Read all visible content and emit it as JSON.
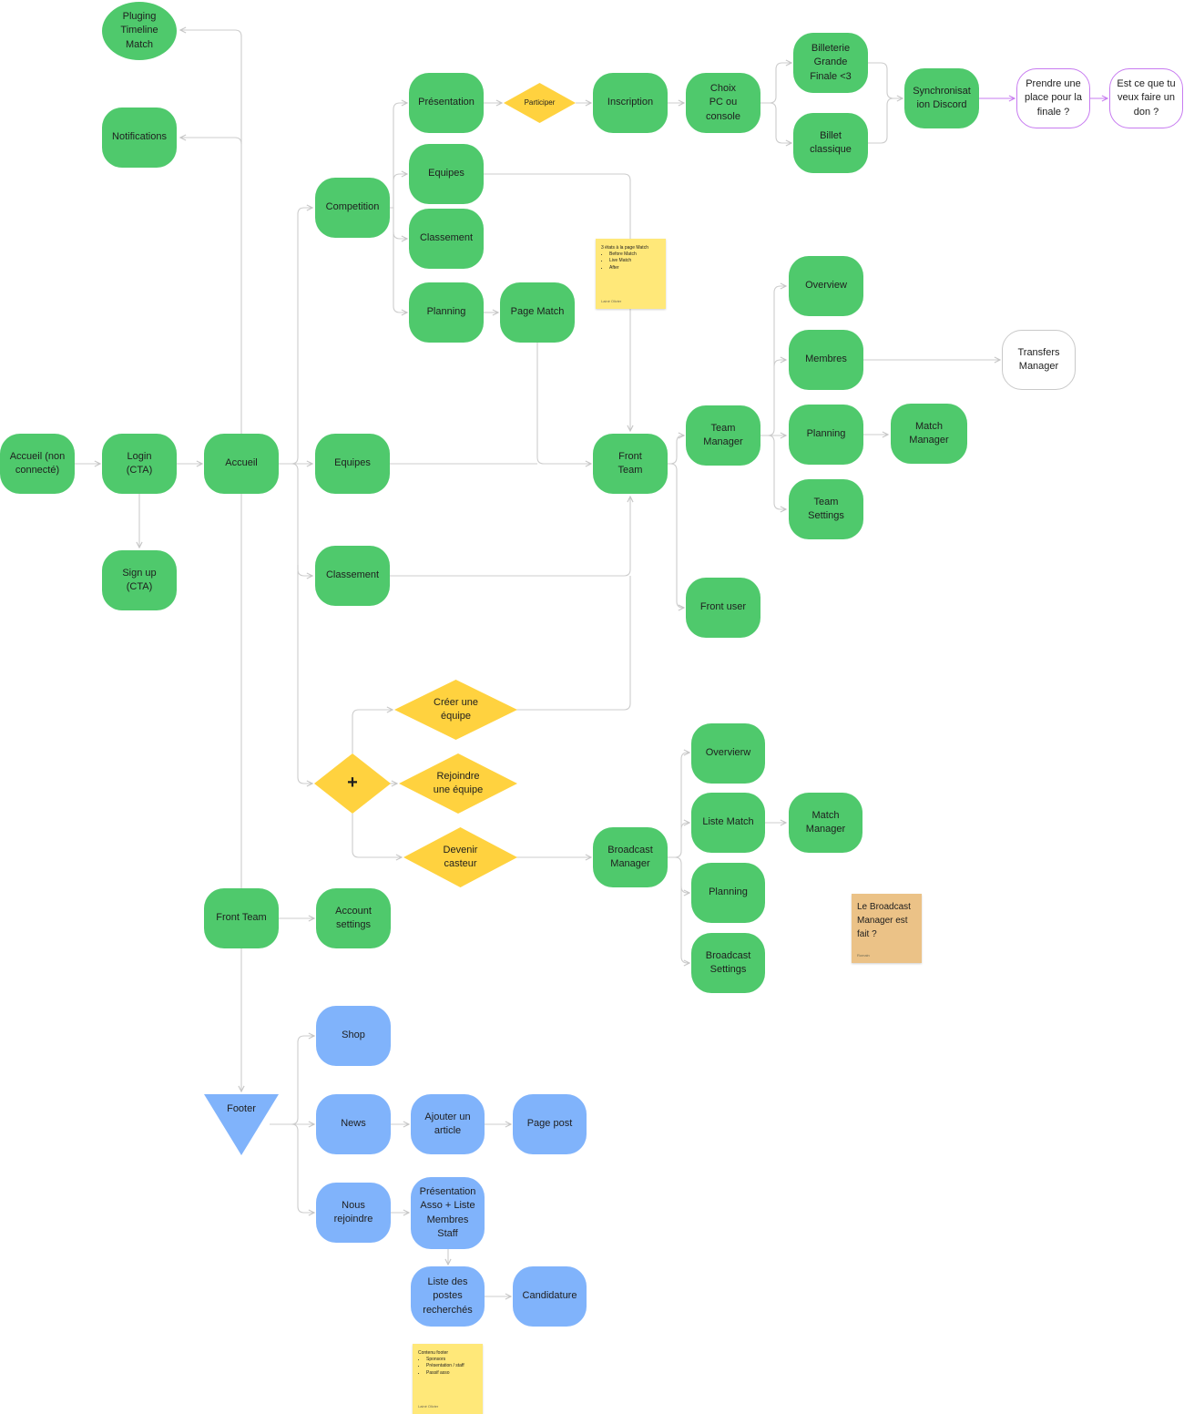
{
  "colors": {
    "page_node": "#4fc96c",
    "footer_node": "#80b3fb",
    "decision": "#ffd23f",
    "edge": "#cccccc",
    "edge_highlight": "#c77bf0",
    "sticky_yellow": "#ffe879",
    "sticky_orange": "#ebc287"
  },
  "nodes": {
    "pluging": "Pluging\nTimeline\nMatch",
    "notifications": "Notifications",
    "accueil_non": "Accueil (non\nconnecté)",
    "login": "Login\n(CTA)",
    "signup": "Sign up\n(CTA)",
    "accueil": "Accueil",
    "competition": "Competition",
    "presentation": "Présentation",
    "participer": "Participer",
    "inscription": "Inscription",
    "choix": "Choix\nPC ou\nconsole",
    "billeterie": "Billeterie\nGrande\nFinale <3",
    "billet": "Billet\nclassique",
    "synchro": "Synchronisat\nion Discord",
    "prendre": "Prendre une\nplace pour la\nfinale ?",
    "don": "Est ce que tu\nveux faire un\ndon ?",
    "comp_equipes": "Equipes",
    "comp_classement": "Classement",
    "comp_planning": "Planning",
    "page_match": "Page Match",
    "equipes": "Equipes",
    "front_team": "Front\nTeam",
    "team_manager": "Team\nManager",
    "overview": "Overview",
    "membres": "Membres",
    "transfers": "Transfers\nManager",
    "tm_planning": "Planning",
    "tm_match_manager": "Match\nManager",
    "team_settings": "Team\nSettings",
    "front_user": "Front user",
    "classement": "Classement",
    "plus": "+",
    "creer": "Créer une\néquipe",
    "rejoindre": "Rejoindre\nune équipe",
    "devenir": "Devenir\ncasteur",
    "broadcast_manager": "Broadcast\nManager",
    "overvierw": "Overvierw",
    "liste_match": "Liste Match",
    "bm_match_manager": "Match\nManager",
    "bm_planning": "Planning",
    "broadcast_settings": "Broadcast\nSettings",
    "front_team_2": "Front Team",
    "account_settings": "Account\nsettings",
    "shop": "Shop",
    "footer": "Footer",
    "news": "News",
    "ajouter_article": "Ajouter un\narticle",
    "page_post": "Page post",
    "nous_rejoindre": "Nous\nrejoindre",
    "presentation_asso": "Présentation\nAsso + Liste\nMembres\nStaff",
    "liste_postes": "Liste des\npostes\nrecherchés",
    "candidature": "Candidature"
  },
  "notes": {
    "match_states": {
      "title": "3 états à la page Match",
      "items": [
        "Before Match",
        "Live Match",
        "After"
      ],
      "author": "Lainé Olivier"
    },
    "broadcast_question": {
      "title": "Le Broadcast\nManager est\nfait ?",
      "author": "Romain"
    },
    "footer_content": {
      "title": "Contenu footer",
      "items": [
        "Sponsors",
        "Présentation / staff",
        "Passif asso"
      ],
      "author": "Lainé Olivier"
    }
  }
}
